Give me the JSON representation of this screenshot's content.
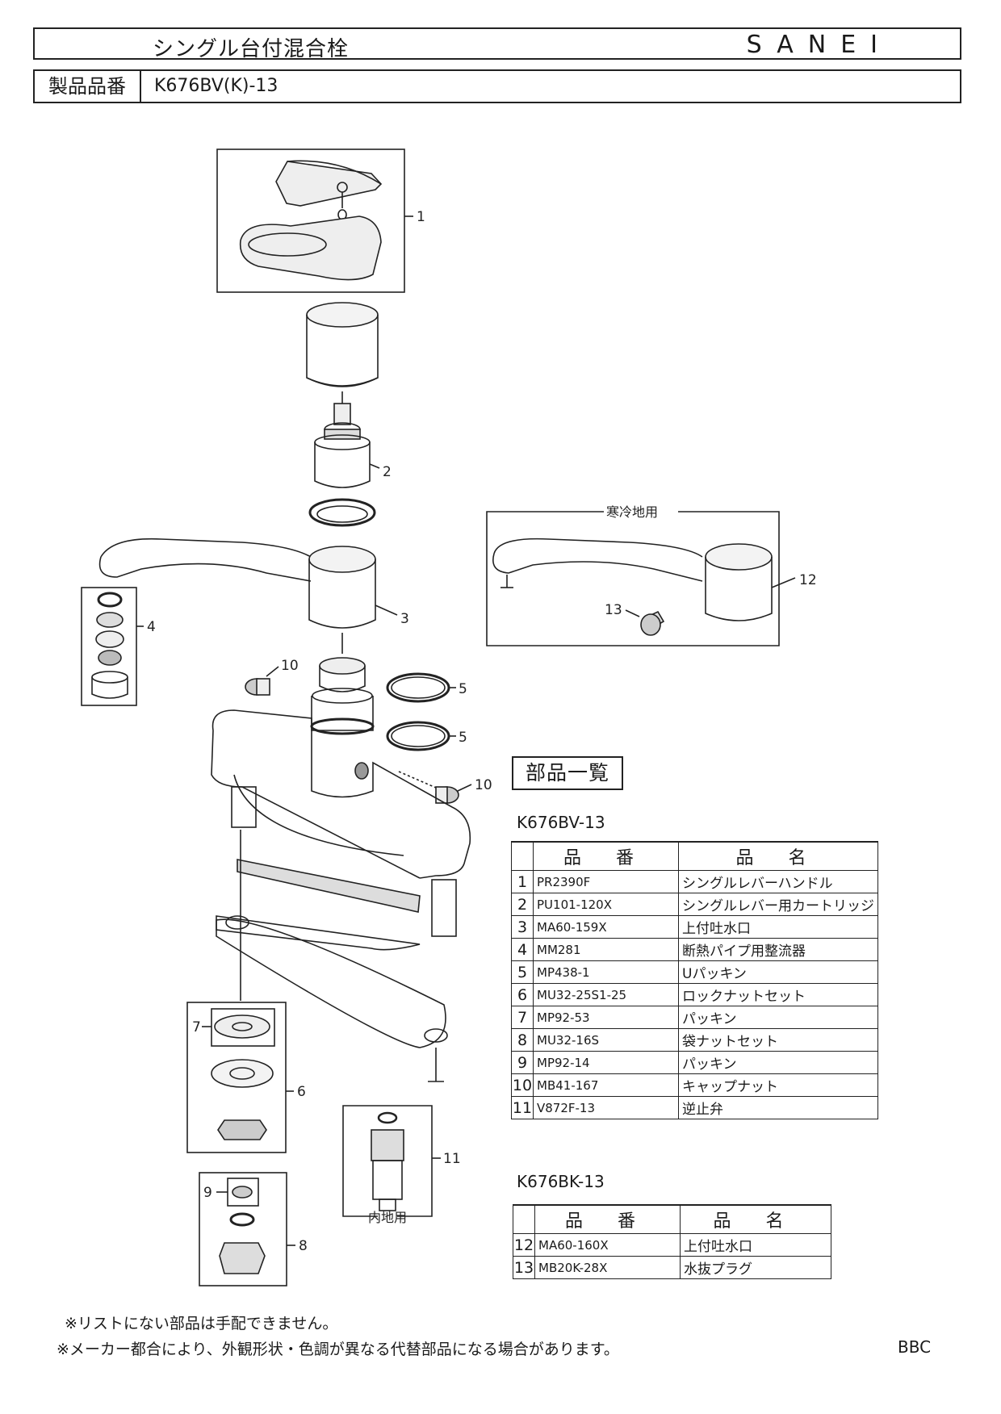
{
  "header": {
    "title": "シングル台付混合栓",
    "brand": "SANEI",
    "product_label": "製品品番",
    "product_number": "K676BV(K)-13"
  },
  "diagram": {
    "callouts": [
      "1",
      "2",
      "3",
      "4",
      "5",
      "5",
      "6",
      "7",
      "8",
      "9",
      "10",
      "10",
      "11",
      "12",
      "13"
    ],
    "cold_region_label": "寒冷地用",
    "inland_label": "内地用"
  },
  "parts_list": {
    "title": "部品一覧",
    "header_no": "",
    "header_code": "品 番",
    "header_name": "品 名",
    "table1_model": "K676BV-13",
    "table1_rows": [
      {
        "no": "1",
        "code": "PR2390F",
        "name": "シングルレバーハンドル"
      },
      {
        "no": "2",
        "code": "PU101-120X",
        "name": "シングルレバー用カートリッジ"
      },
      {
        "no": "3",
        "code": "MA60-159X",
        "name": "上付吐水口"
      },
      {
        "no": "4",
        "code": "MM281",
        "name": "断熱パイプ用整流器"
      },
      {
        "no": "5",
        "code": "MP438-1",
        "name": "Uパッキン"
      },
      {
        "no": "6",
        "code": "MU32-25S1-25",
        "name": "ロックナットセット"
      },
      {
        "no": "7",
        "code": "MP92-53",
        "name": "パッキン"
      },
      {
        "no": "8",
        "code": "MU32-16S",
        "name": "袋ナットセット"
      },
      {
        "no": "9",
        "code": "MP92-14",
        "name": "パッキン"
      },
      {
        "no": "10",
        "code": "MB41-167",
        "name": "キャップナット"
      },
      {
        "no": "11",
        "code": "V872F-13",
        "name": "逆止弁"
      }
    ],
    "table2_model": "K676BK-13",
    "table2_rows": [
      {
        "no": "12",
        "code": "MA60-160X",
        "name": "上付吐水口"
      },
      {
        "no": "13",
        "code": "MB20K-28X",
        "name": "水抜プラグ"
      }
    ]
  },
  "notes": {
    "note1": "※リストにない部品は手配できません。",
    "note2": "※メーカー都合により、外観形状・色調が異なる代替部品になる場合があります。",
    "doc_code": "BBC"
  }
}
